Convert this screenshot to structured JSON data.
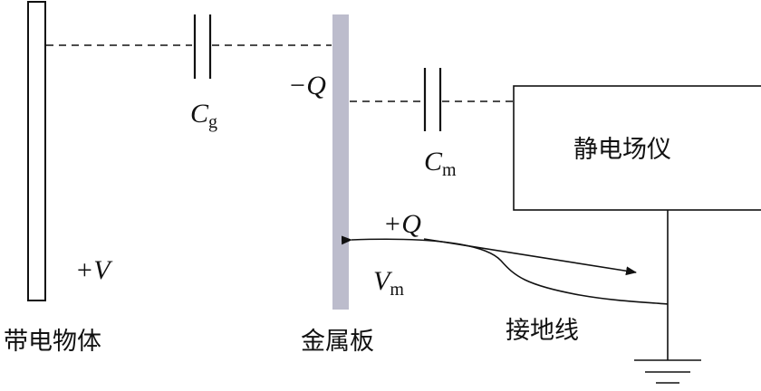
{
  "labels": {
    "charged_object": "带电物体",
    "metal_plate": "金属板",
    "meter": "静电场仪",
    "ground_wire": "接地线",
    "plus_v": "+V",
    "minus_q": "−Q",
    "plus_q": "+Q",
    "cg_main": "C",
    "cg_sub": "g",
    "cm_main": "C",
    "cm_sub": "m",
    "vm_main": "V",
    "vm_sub": "m"
  },
  "colors": {
    "line": "#111111",
    "metal_plate_fill": "#bcbccc",
    "background": "#ffffff"
  }
}
